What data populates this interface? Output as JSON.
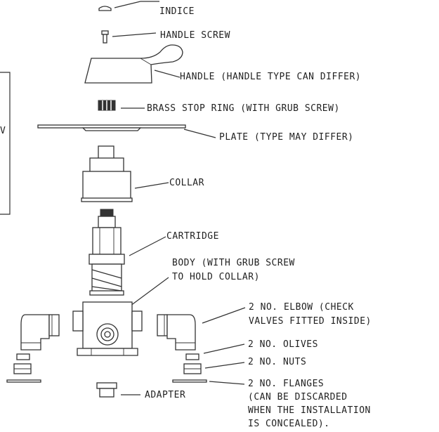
{
  "labels": {
    "indice": "INDICE",
    "handle_screw": "HANDLE SCREW",
    "handle": "HANDLE (HANDLE TYPE CAN DIFFER)",
    "brass_stop_ring": "BRASS STOP RING (WITH GRUB SCREW)",
    "plate": "PLATE (TYPE MAY DIFFER)",
    "collar": "COLLAR",
    "cartridge": "CARTRIDGE",
    "body_line1": "BODY (WITH GRUB SCREW",
    "body_line2": "TO HOLD COLLAR)",
    "elbow_line1": "2 NO. ELBOW (CHECK",
    "elbow_line2": "VALVES FITTED INSIDE)",
    "olives": "2 NO. OLIVES",
    "nuts": "2 NO. NUTS",
    "flanges_line1": "2 NO. FLANGES",
    "flanges_line2": "(CAN BE DISCARDED",
    "flanges_line3": "WHEN THE INSTALLATION",
    "flanges_line4": "IS CONCEALED).",
    "adapter": "ADAPTER",
    "side_fragment": "V"
  }
}
